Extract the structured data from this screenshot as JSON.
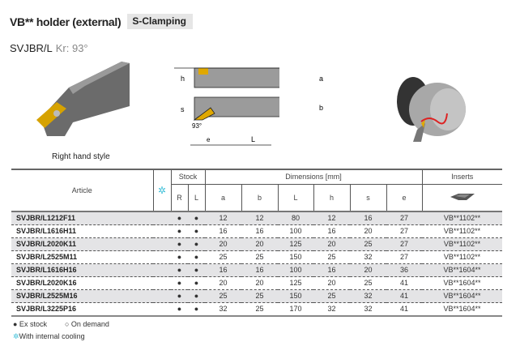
{
  "header": {
    "title": "VB** holder (external)",
    "badge": "S-Clamping",
    "model": "SVJBR/L",
    "kr": "Kr: 93°",
    "caption": "Right hand style"
  },
  "drawing": {
    "labels": {
      "h": "h",
      "a": "a",
      "s": "s",
      "b": "b",
      "angle": "93°",
      "e": "e",
      "L": "L"
    }
  },
  "table": {
    "article": "Article",
    "stock": "Stock",
    "R": "R",
    "L": "L",
    "dimensions": "Dimensions [mm]",
    "inserts": "Inserts",
    "cooling_icon": "snowflake-icon",
    "cooling_symbol": "✲",
    "dim_cols": [
      "a",
      "b",
      "L",
      "h",
      "s",
      "e"
    ],
    "rows": [
      {
        "article": "SVJBR/L1212F11",
        "R": "●",
        "L": "●",
        "a": "12",
        "b": "12",
        "Lv": "80",
        "h": "12",
        "s": "16",
        "e": "27",
        "insert": "VB**1102**"
      },
      {
        "article": "SVJBR/L1616H11",
        "R": "●",
        "L": "●",
        "a": "16",
        "b": "16",
        "Lv": "100",
        "h": "16",
        "s": "20",
        "e": "27",
        "insert": "VB**1102**"
      },
      {
        "article": "SVJBR/L2020K11",
        "R": "●",
        "L": "●",
        "a": "20",
        "b": "20",
        "Lv": "125",
        "h": "20",
        "s": "25",
        "e": "27",
        "insert": "VB**1102**"
      },
      {
        "article": "SVJBR/L2525M11",
        "R": "●",
        "L": "●",
        "a": "25",
        "b": "25",
        "Lv": "150",
        "h": "25",
        "s": "32",
        "e": "27",
        "insert": "VB**1102**"
      },
      {
        "article": "SVJBR/L1616H16",
        "R": "●",
        "L": "●",
        "a": "16",
        "b": "16",
        "Lv": "100",
        "h": "16",
        "s": "20",
        "e": "36",
        "insert": "VB**1604**"
      },
      {
        "article": "SVJBR/L2020K16",
        "R": "●",
        "L": "●",
        "a": "20",
        "b": "20",
        "Lv": "125",
        "h": "20",
        "s": "25",
        "e": "41",
        "insert": "VB**1604**"
      },
      {
        "article": "SVJBR/L2525M16",
        "R": "●",
        "L": "●",
        "a": "25",
        "b": "25",
        "Lv": "150",
        "h": "25",
        "s": "32",
        "e": "41",
        "insert": "VB**1604**"
      },
      {
        "article": "SVJBR/L3225P16",
        "R": "●",
        "L": "●",
        "a": "32",
        "b": "25",
        "Lv": "170",
        "h": "32",
        "s": "32",
        "e": "41",
        "insert": "VB**1604**"
      }
    ]
  },
  "legend": {
    "ex_stock": "● Ex stock",
    "on_demand": "○ On demand",
    "cooling": "With internal cooling"
  }
}
